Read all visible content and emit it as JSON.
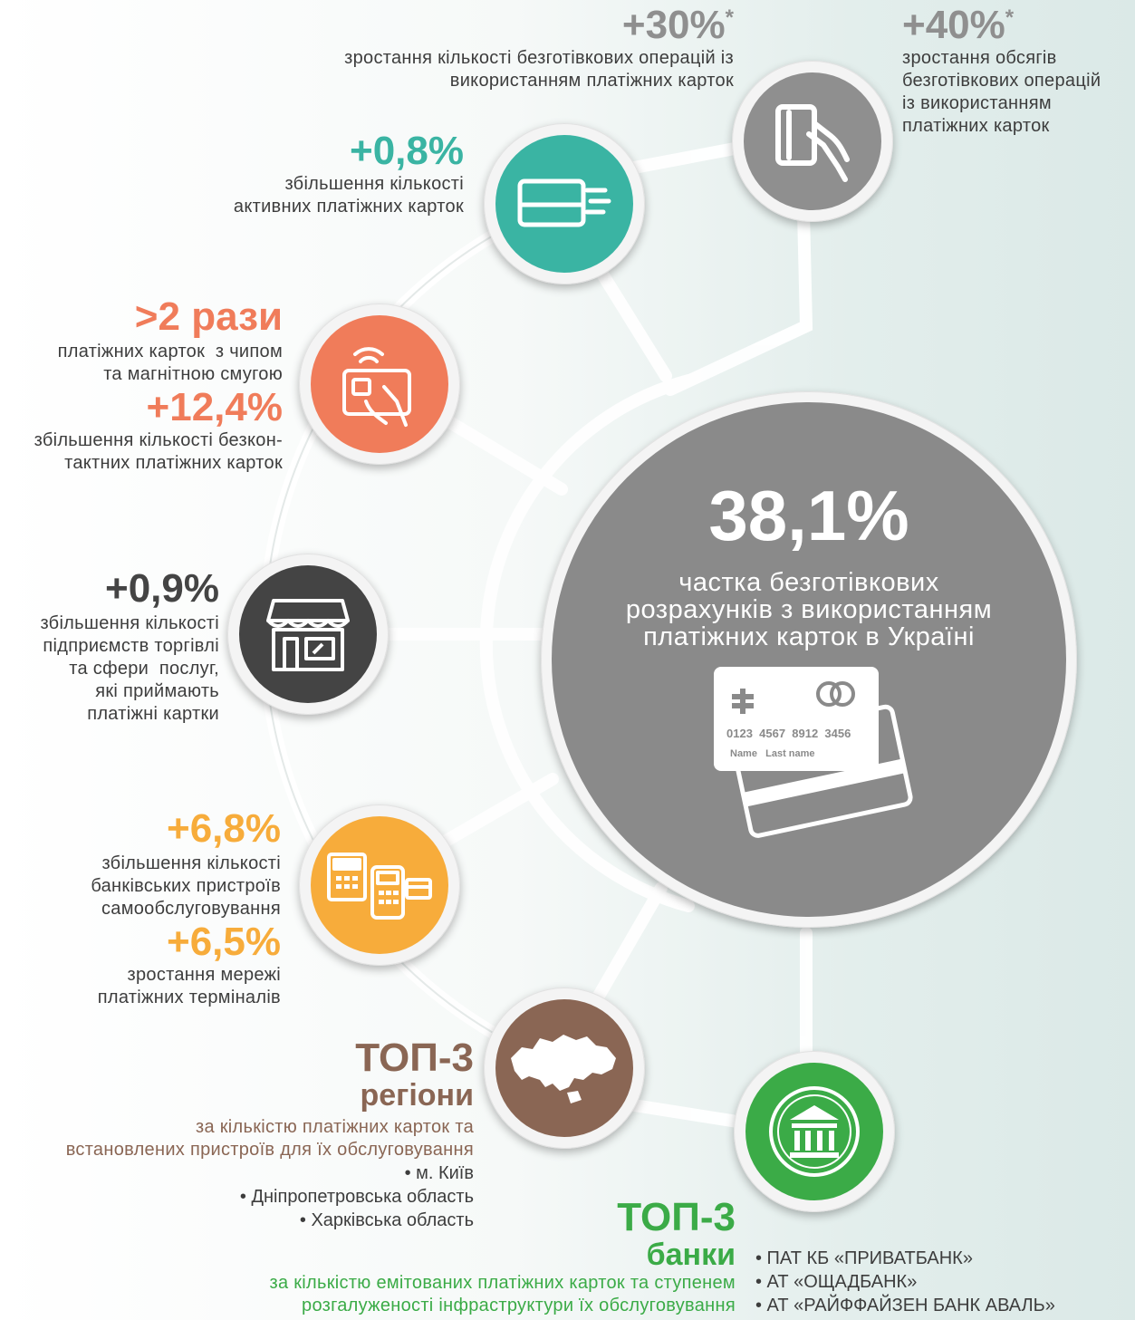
{
  "colors": {
    "teal": "#3ab4a3",
    "orange": "#f07c5a",
    "yellow": "#f7ac3b",
    "brown": "#8a6654",
    "green": "#3bab47",
    "dark": "#444444",
    "gray": "#8f8f8f",
    "center": "#8a8a8a"
  },
  "center": {
    "value": "38,1%",
    "line1": "частка безготівкових",
    "line2": "розрахунків з використанням",
    "line3": "платіжних карток в Україні",
    "card_number": "0123  4567  8912  3456",
    "card_name": "Name   Last name",
    "icon": "credit-card-icon"
  },
  "stat_ops_count": {
    "value": "+30%",
    "mark": "*",
    "line1": "зростання кількості безготівкових операцій із",
    "line2": "використанням платіжних карток"
  },
  "stat_ops_volume": {
    "value": "+40%",
    "mark": "*",
    "line1": "зростання обсягів",
    "line2": "безготівкових операцій",
    "line3": "із використанням",
    "line4": "платіжних карток",
    "icon": "card-in-hand-icon"
  },
  "stat_active_cards": {
    "value": "+0,8%",
    "line1": "збільшення кількості",
    "line2": "активних платіжних карток",
    "icon": "speeding-card-icon"
  },
  "stat_chip_cards": {
    "value": ">2 рази",
    "line1": "платіжних карток  з чипом",
    "line2": "та магнітною смугою",
    "value2": "+12,4%",
    "line3": "збільшення кількості безкон-",
    "line4": "тактних платіжних карток",
    "icon": "contactless-card-icon"
  },
  "stat_merchants": {
    "value": "+0,9%",
    "line1": "збільшення кількості",
    "line2": "підприємств торгівлі",
    "line3": "та сфери  послуг,",
    "line4": "які приймають",
    "line5": "платіжні картки",
    "icon": "store-icon"
  },
  "stat_devices": {
    "value": "+6,8%",
    "line1": "збільшення кількості",
    "line2": "банківських пристроїв",
    "line3": "самообслуговування",
    "value2": "+6,5%",
    "line4": "зростання мережі",
    "line5": "платіжних терміналів",
    "icon": "atm-terminal-icon"
  },
  "top_regions": {
    "title": "ТОП-3",
    "subtitle": "регіони",
    "line1": "за кількістю платіжних карток та",
    "line2": "встановлених пристроїв для їх обслуговування",
    "items": [
      "• м. Київ",
      "• Дніпропетровська область",
      "• Харківська область"
    ],
    "icon": "ukraine-map-icon"
  },
  "top_banks": {
    "title": "ТОП-3",
    "subtitle": "банки",
    "line1": "за кількістю емітованих платіжних карток та ступенем",
    "line2": "розгалуженості інфраструктури їх обслуговування",
    "items": [
      "• ПАТ КБ «ПРИВАТБАНК»",
      "• АТ «ОЩАДБАНК»",
      "• АТ «РАЙФФАЙЗЕН БАНК АВАЛЬ»"
    ],
    "icon": "bank-building-icon"
  }
}
